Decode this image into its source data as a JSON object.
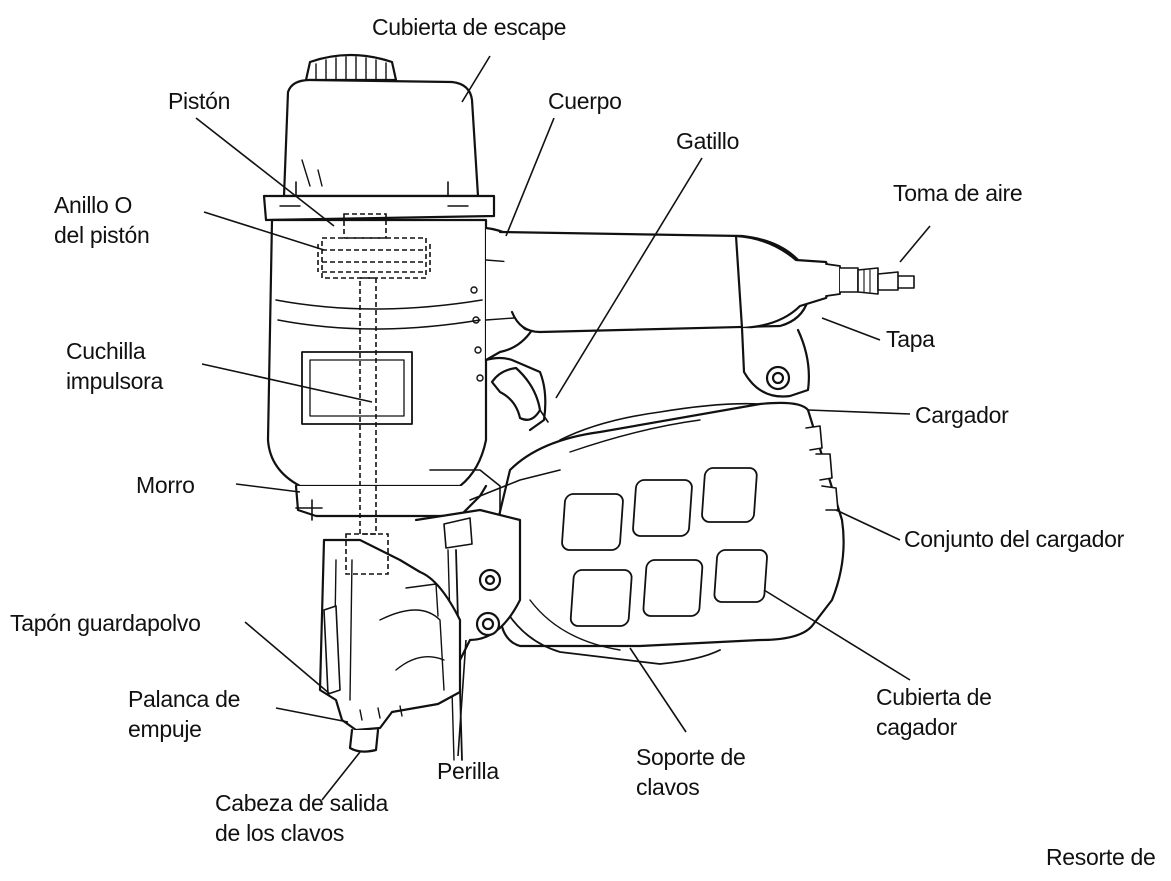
{
  "colors": {
    "ink": "#111111",
    "background": "#ffffff"
  },
  "labels": {
    "cubierta_escape": "Cubierta de escape",
    "piston": "Pistón",
    "cuerpo": "Cuerpo",
    "gatillo": "Gatillo",
    "toma_aire": "Toma de aire",
    "anillo_o": "Anillo O\ndel pistón",
    "tapa": "Tapa",
    "cuchilla": "Cuchilla\nimpulsora",
    "cargador": "Cargador",
    "morro": "Morro",
    "conjunto_cargador": "Conjunto del cargador",
    "tapon": "Tapón guardapolvo",
    "palanca": "Palanca de\nempuje",
    "cubierta_cagador": "Cubierta de\ncagador",
    "soporte": "Soporte de\nclavos",
    "perilla": "Perilla",
    "cabeza": "Cabeza de salida\nde los clavos",
    "resorte": "Resorte de"
  }
}
